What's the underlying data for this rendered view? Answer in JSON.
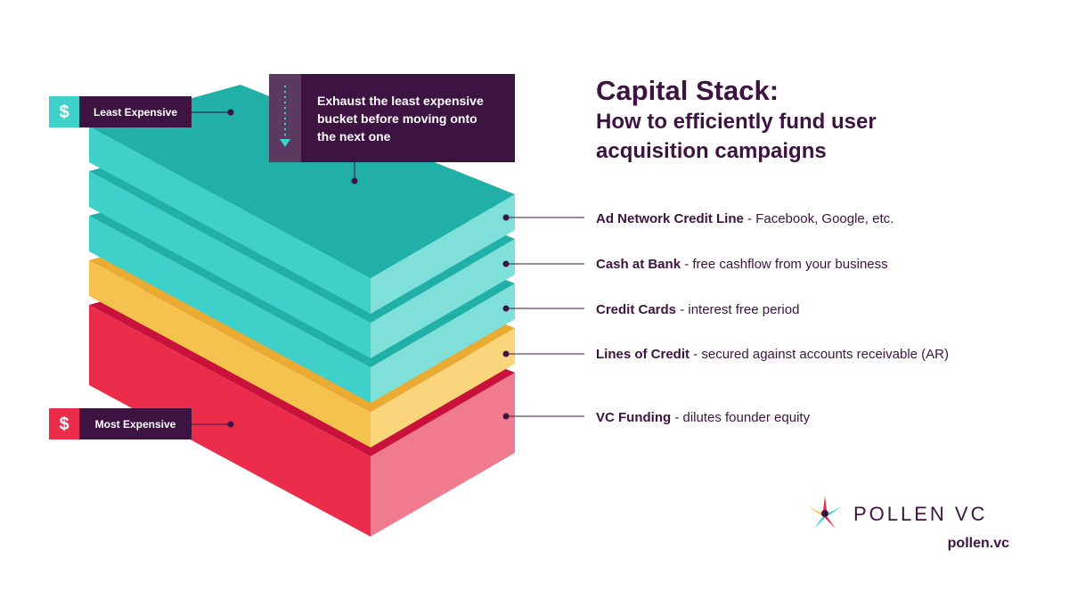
{
  "title": {
    "line1": "Capital Stack:",
    "line2": "How to efficiently fund user",
    "line3": "acquisition campaigns"
  },
  "badges": {
    "least": {
      "symbol": "$",
      "label": "Least Expensive"
    },
    "most": {
      "symbol": "$",
      "label": "Most Expensive"
    }
  },
  "callout": {
    "lines": [
      "Exhaust the least expensive",
      "bucket before moving onto",
      "the next one"
    ]
  },
  "layers": [
    {
      "name": "Ad Network Credit Line",
      "desc": " - Facebook, Google, etc."
    },
    {
      "name": "Cash at Bank",
      "desc": " - free cashflow from your business"
    },
    {
      "name": "Credit Cards",
      "desc": " - interest free period"
    },
    {
      "name": "Lines of Credit",
      "desc": " - secured against accounts receivable (AR)"
    },
    {
      "name": "VC Funding",
      "desc": " - dilutes founder equity"
    }
  ],
  "brand": {
    "name": "POLLEN VC",
    "url": "pollen.vc"
  },
  "colors": {
    "dark_purple": "#3d1341",
    "teal_top": "#20b0a7",
    "teal_front": "#3fd1c9",
    "teal_side": "#7fe0da",
    "yellow_top": "#e9ab32",
    "yellow_front": "#f6c24e",
    "yellow_side": "#fbd57c",
    "red_top": "#c9123b",
    "red_front": "#ec2c4b",
    "red_side": "#f07b8e",
    "badge_teal": "#3fd1c9",
    "badge_red": "#ec2c4b"
  }
}
